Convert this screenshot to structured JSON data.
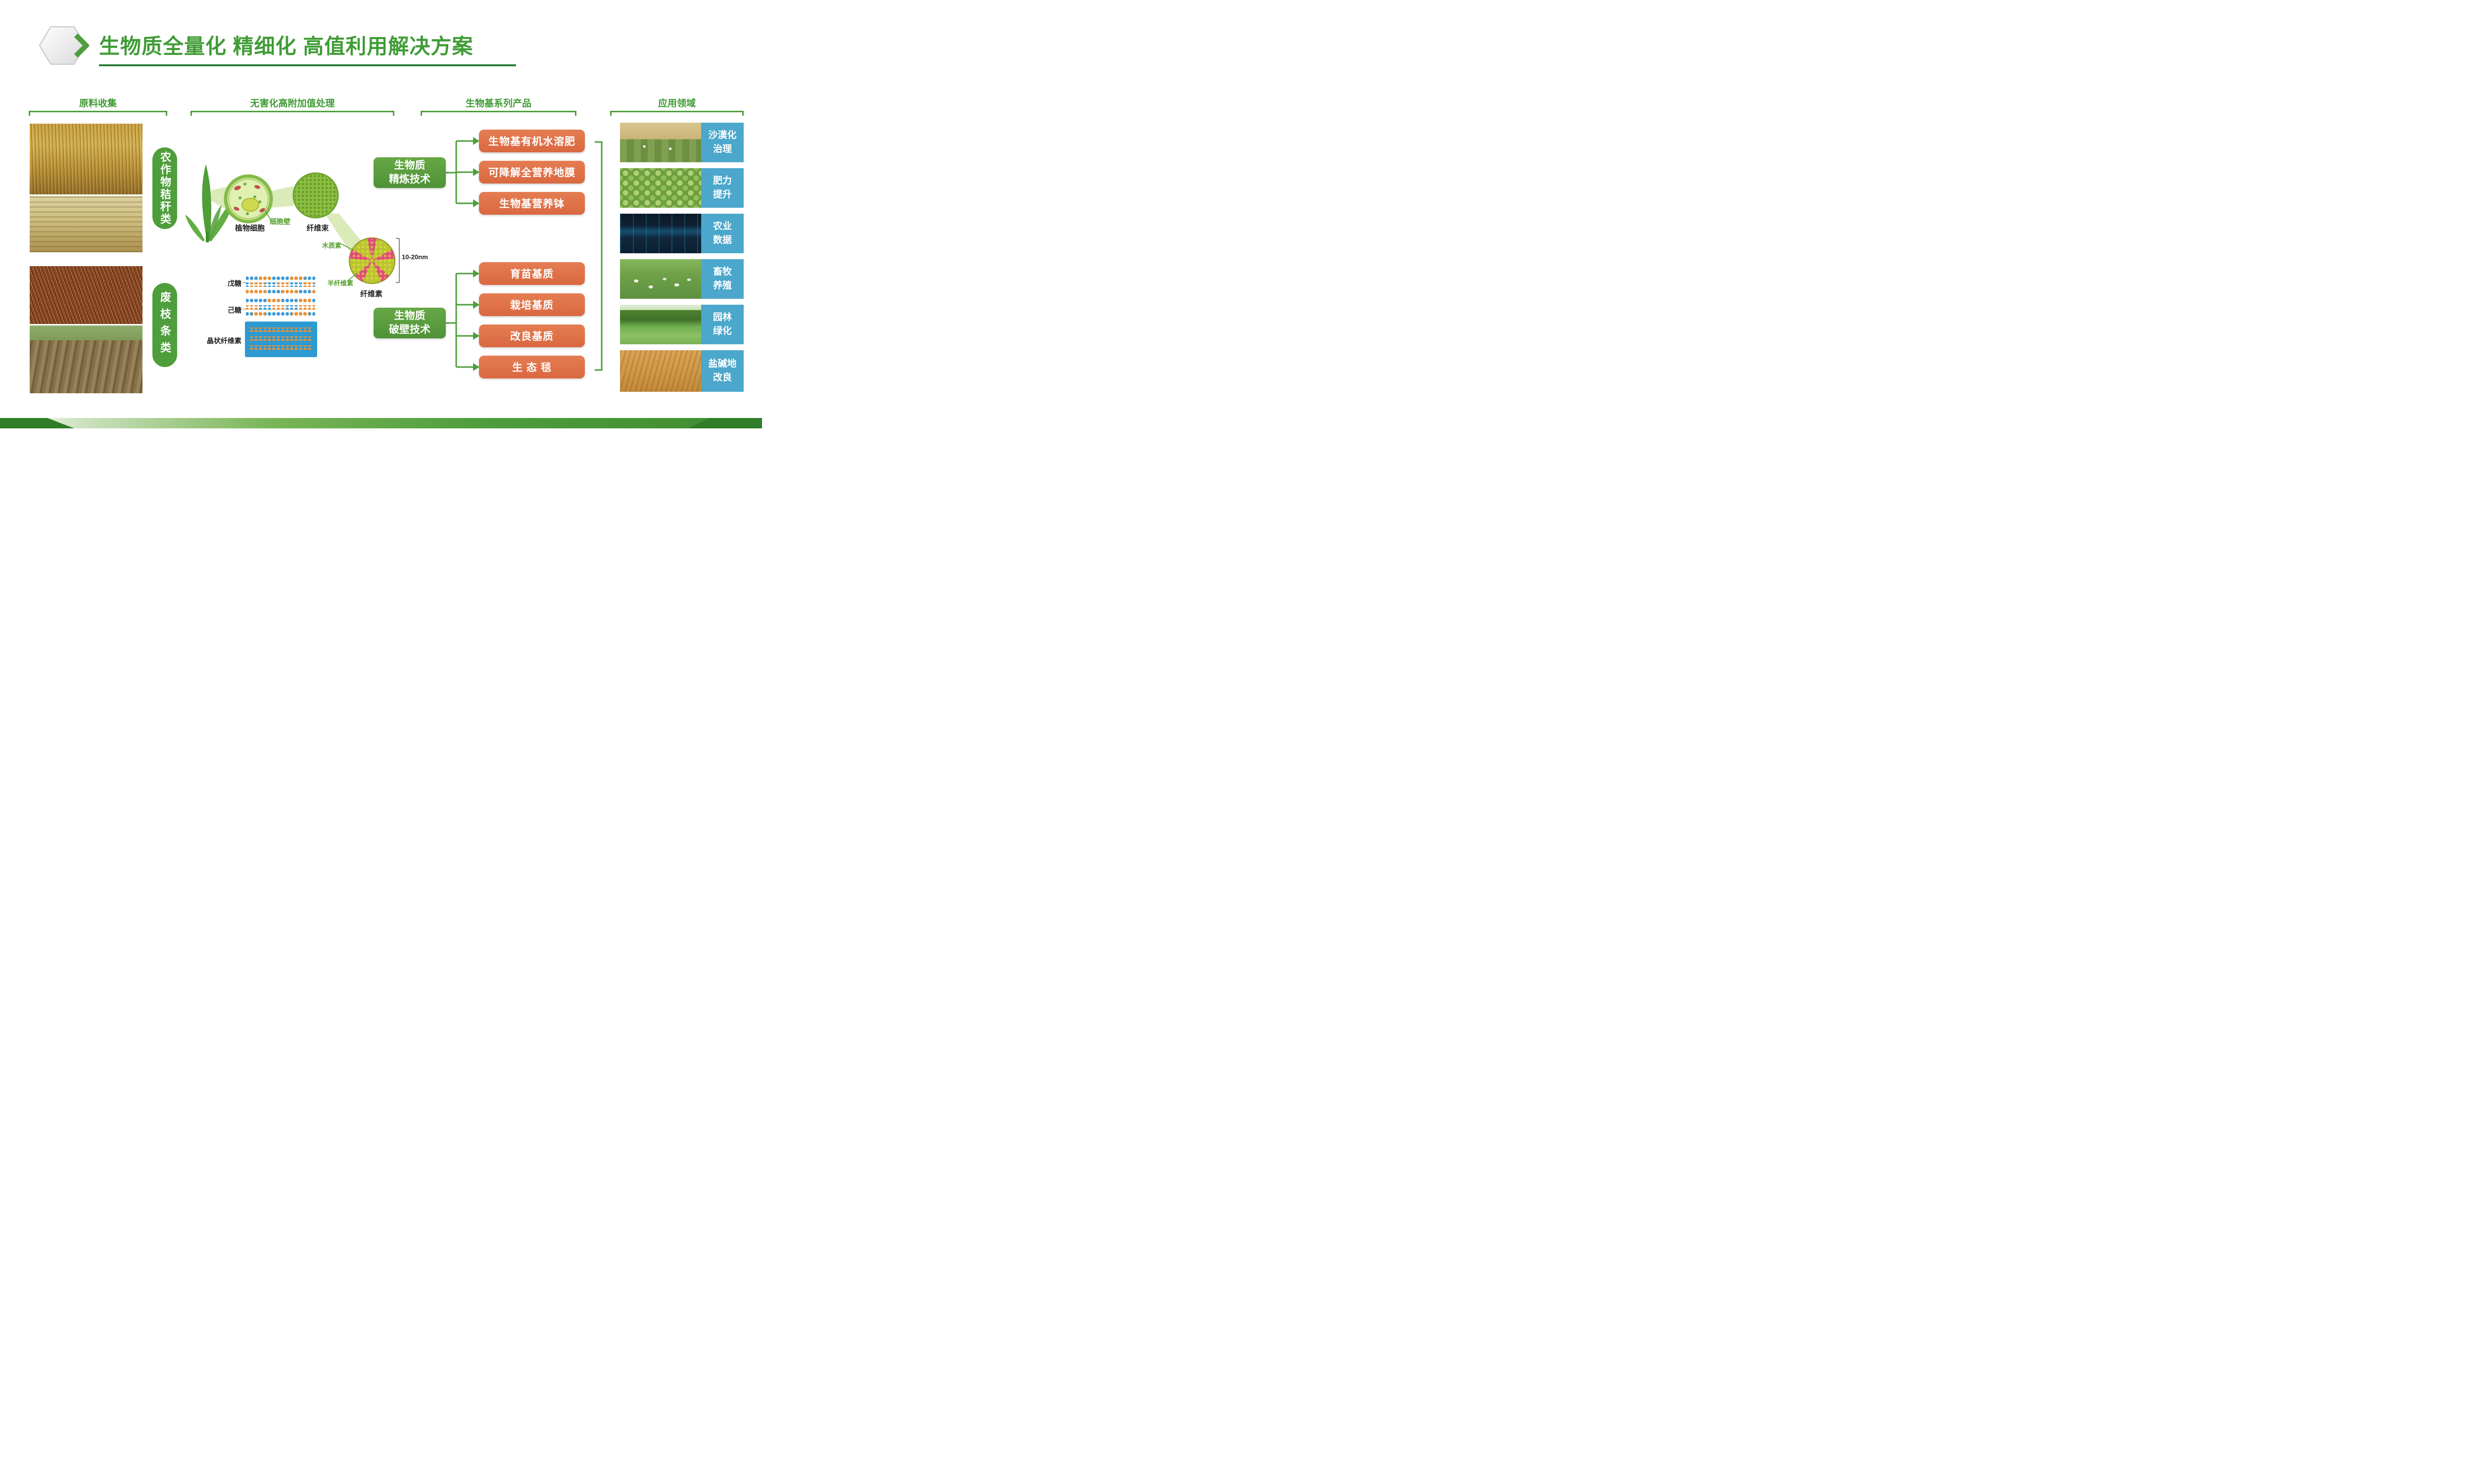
{
  "colors": {
    "title_green": "#3f9c35",
    "green": "#4f9e3c",
    "dark_green": "#2e7d3a",
    "orange": "#e0714b",
    "blue": "#4ba7cb"
  },
  "title": "生物质全量化 精细化 高值利用解决方案",
  "sections": {
    "materials": "原料收集",
    "processing": "无害化高附加值处理",
    "products": "生物基系列产品",
    "applications": "应用领域"
  },
  "materials": {
    "group1": "农作物秸秆类",
    "group2": "废枝条类"
  },
  "diagram": {
    "plant_cell": "植物细胞",
    "cell_wall": "细胞壁",
    "fiber_bundle": "纤维束",
    "lignin": "木质素",
    "hemicellulose": "半纤维素",
    "cellulose": "纤维素",
    "diameter": "10-20nm",
    "pentose": "戊糖",
    "hexose": "己糖",
    "crystalline_cellulose": "晶状纤维素"
  },
  "tech": {
    "refining": {
      "line1": "生物质",
      "line2": "精炼技术"
    },
    "wall_breaking": {
      "line1": "生物质",
      "line2": "破壁技术"
    }
  },
  "products": {
    "refining": [
      "生物基有机水溶肥",
      "可降解全营养地膜",
      "生物基营养钵"
    ],
    "wall_breaking": [
      "育苗基质",
      "栽培基质",
      "改良基质",
      "生 态 毯"
    ]
  },
  "applications": [
    {
      "line1": "沙漠化",
      "line2": "治理"
    },
    {
      "line1": "肥力",
      "line2": "提升"
    },
    {
      "line1": "农业",
      "line2": "数据"
    },
    {
      "line1": "畜牧",
      "line2": "养殖"
    },
    {
      "line1": "园林",
      "line2": "绿化"
    },
    {
      "line1": "盐碱地",
      "line2": "改良"
    }
  ]
}
